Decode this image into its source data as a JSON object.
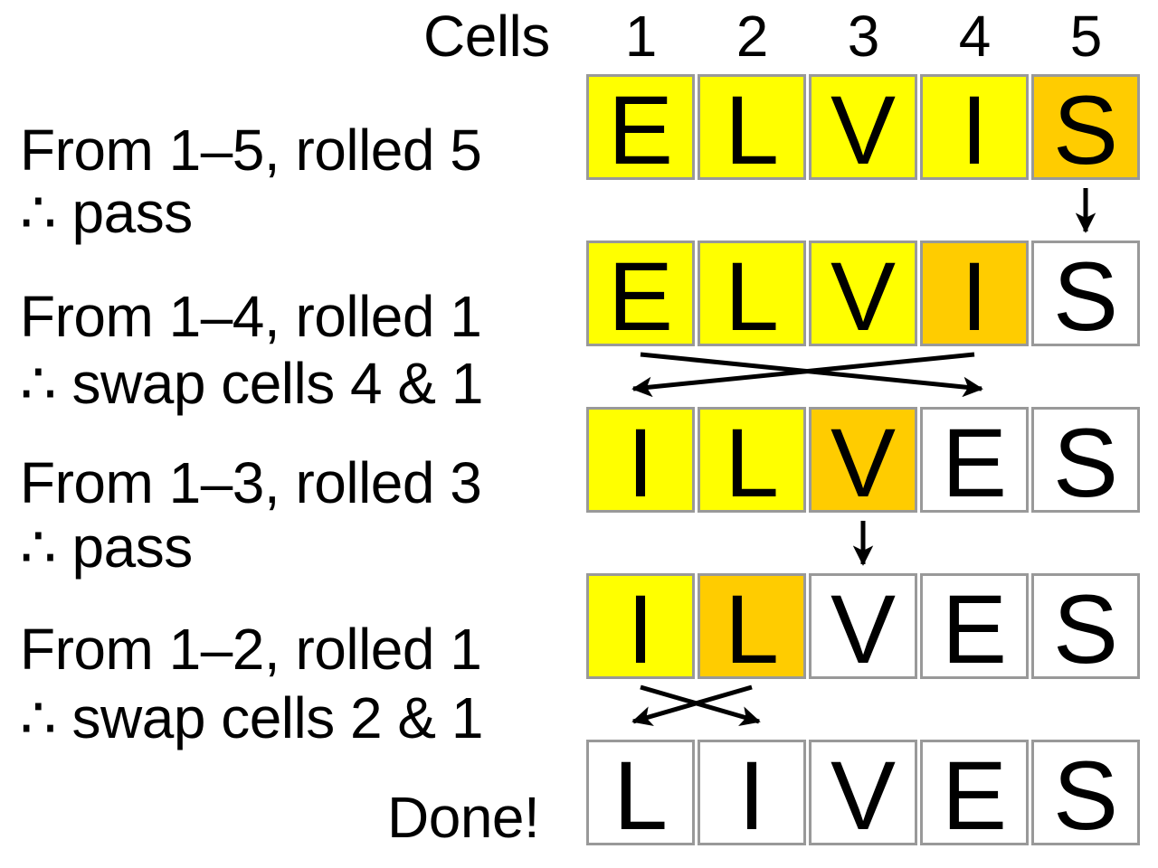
{
  "header": {
    "label": "Cells",
    "columns": [
      "1",
      "2",
      "3",
      "4",
      "5"
    ]
  },
  "colors": {
    "unshuffled": "#ffff00",
    "picked": "#ffcc00",
    "done": "#ffffff",
    "border": "#999999",
    "arrow": "#000000"
  },
  "rows": [
    {
      "letters": [
        "E",
        "L",
        "V",
        "I",
        "S"
      ],
      "states": [
        "unshuffled",
        "unshuffled",
        "unshuffled",
        "unshuffled",
        "picked"
      ],
      "step": "From 1–5, rolled 5",
      "action": "∴ pass"
    },
    {
      "letters": [
        "E",
        "L",
        "V",
        "I",
        "S"
      ],
      "states": [
        "unshuffled",
        "unshuffled",
        "unshuffled",
        "picked",
        "done"
      ],
      "step": "From 1–4, rolled 1",
      "action": "∴ swap cells 4 & 1"
    },
    {
      "letters": [
        "I",
        "L",
        "V",
        "E",
        "S"
      ],
      "states": [
        "unshuffled",
        "unshuffled",
        "picked",
        "done",
        "done"
      ],
      "step": "From 1–3, rolled 3",
      "action": "∴ pass"
    },
    {
      "letters": [
        "I",
        "L",
        "V",
        "E",
        "S"
      ],
      "states": [
        "unshuffled",
        "picked",
        "done",
        "done",
        "done"
      ],
      "step": "From 1–2, rolled 1",
      "action": "∴ swap cells 2 & 1"
    },
    {
      "letters": [
        "L",
        "I",
        "V",
        "E",
        "S"
      ],
      "states": [
        "done",
        "done",
        "done",
        "done",
        "done"
      ],
      "step": "Done!",
      "action": ""
    }
  ],
  "transitions": [
    {
      "type": "pass",
      "cells": [
        5
      ]
    },
    {
      "type": "swap",
      "cells": [
        4,
        1
      ]
    },
    {
      "type": "pass",
      "cells": [
        3
      ]
    },
    {
      "type": "swap",
      "cells": [
        2,
        1
      ]
    }
  ]
}
